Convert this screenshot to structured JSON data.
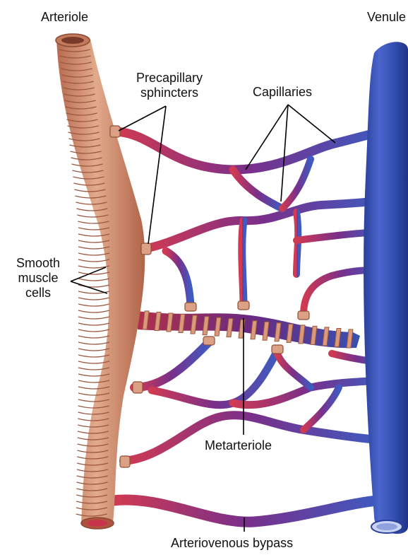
{
  "labels": {
    "arteriole": "Arteriole",
    "venule": "Venule",
    "precapillary_sphincters_1": "Precapillary",
    "precapillary_sphincters_2": "sphincters",
    "capillaries": "Capillaries",
    "smooth_muscle_1": "Smooth",
    "smooth_muscle_2": "muscle",
    "smooth_muscle_3": "cells",
    "metarteriole": "Metarteriole",
    "arteriovenous_bypass": "Arteriovenous bypass"
  },
  "colors": {
    "artery_red": "#c8324a",
    "capillary_purple": "#6d2f8c",
    "vein_blue": "#3a55b8",
    "muscle_tan": "#d79a7c",
    "muscle_dark": "#a8624a"
  }
}
